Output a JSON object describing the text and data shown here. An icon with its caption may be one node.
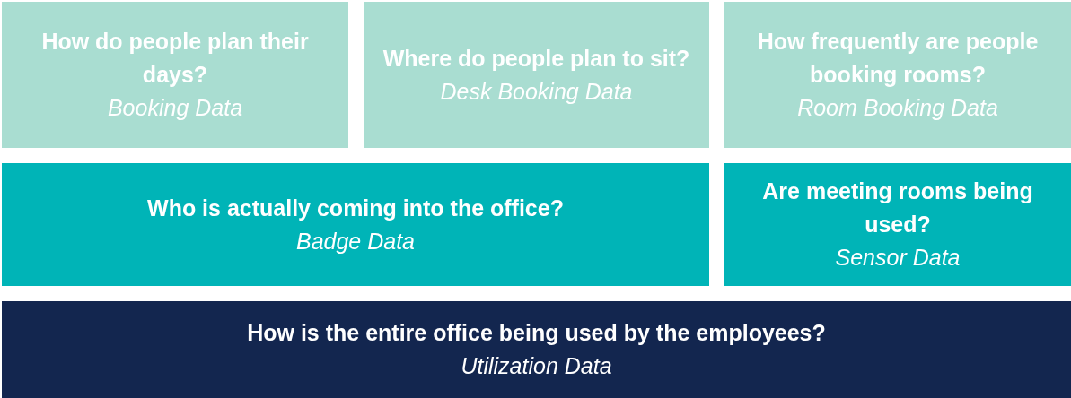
{
  "diagram": {
    "nodes": [
      {
        "text": [
          "How do people plan their days?",
          "Booking Data"
        ]
      },
      {
        "text": [
          "Where do people plan to sit?",
          "Desk Booking Data"
        ]
      },
      {
        "text": [
          "How frequently are people booking rooms?",
          "Room Booking Data"
        ]
      },
      {
        "text": [
          "Who is actually coming into the office?",
          "Badge Data"
        ]
      },
      {
        "text": [
          "Are meeting rooms being used?",
          "Sensor Data"
        ]
      },
      {
        "text": [
          "How is the entire office being used by the employees?",
          "Utilization Data"
        ]
      }
    ]
  }
}
